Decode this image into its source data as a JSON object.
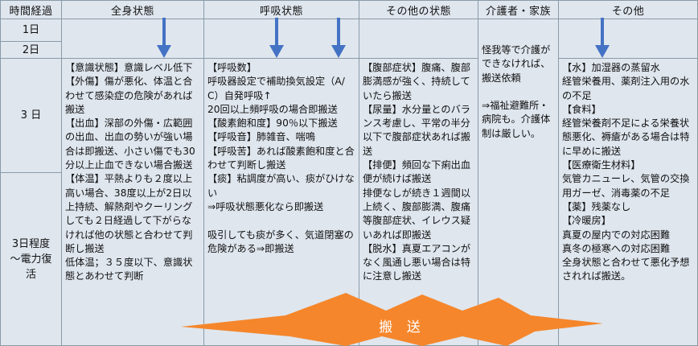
{
  "headers": {
    "time": "時間経過",
    "whole_body": "全身状態",
    "respiration": "呼吸状態",
    "other_state": "その他の状態",
    "caregiver": "介護者・家族",
    "other": "その他"
  },
  "rows": {
    "day1": "1日",
    "day2": "2日",
    "day3": "3 日",
    "day3_until_power": "3日程度\n～電力復\n活"
  },
  "cells": {
    "whole_body": "【意識状態】意識レベル低下\n【外傷】傷が悪化、体温と合わせて感染症の危険があれば搬送\n【出血】深部の外傷・広範囲の出血、出血の勢いが強い場合は即搬送、小さい傷でも30分以上止血できない場合搬送\n【体温】平熱よりも２度以上高い場合、38度以上が2日以上持続、解熱剤やクーリングしても２日経過して下がらなければ他の状態と合わせて判断し搬送\n低体温；３５度以下、意識状態とあわせて判断",
    "respiration": "【呼吸数】\n呼吸器設定で補助換気設定（A/C）自発呼吸↑\n20回以上頻呼吸の場合即搬送\n【酸素飽和度】90％以下搬送\n【呼吸音】肺雑音、喘鳴\n【呼吸苦】あれば酸素飽和度と合わせて判断し搬送\n【痰】粘調度が高い、痰がひけない\n⇒呼吸状態悪化なら即搬送\n\n吸引しても痰が多く、気道閉塞の危険がある⇒即搬送",
    "other_state": "【腹部症状】腹痛、腹部膨満感が強く、持続していたら搬送\n【尿量】水分量とのバランス考慮し、平常の半分以下で腹部症状あれば搬送\n【排便】頻回な下痢出血便が続けば搬送\n排便なしが続き１週間以上続く、腹部膨満、腹痛等腹部症状、イレウス疑いあれば即搬送\n【脱水】真夏エアコンがなく風通し悪い場合は特に注意し搬送",
    "caregiver": "怪我等で介護ができなければ、搬送依頼\n\n⇒福祉避難所・病院も。介護体制は厳しい。",
    "other": "【水】加湿器の蒸留水\n経管栄養用、薬剤注入用の水の不足\n【食料】\n経管栄養剤不足による栄養状態悪化、褥瘡がある場合は特に早めに搬送\n【医療衛生材料】\n気管カニューレ、気管の交換用ガーゼ、消毒薬の不足\n【薬】残薬なし\n【冷暖房】\n真夏の屋内での対応困難\n真冬の極寒への対応困難\n全身状態と合わせて悪化予想されれば搬送。"
  },
  "banner": {
    "label": "搬 送"
  },
  "colors": {
    "arrow": "#4472c4",
    "banner": "#f5862b",
    "header_bg": "#dfe6ee",
    "border": "#8a9aa8"
  },
  "icons": {
    "down_arrow": "down-arrow-icon"
  }
}
